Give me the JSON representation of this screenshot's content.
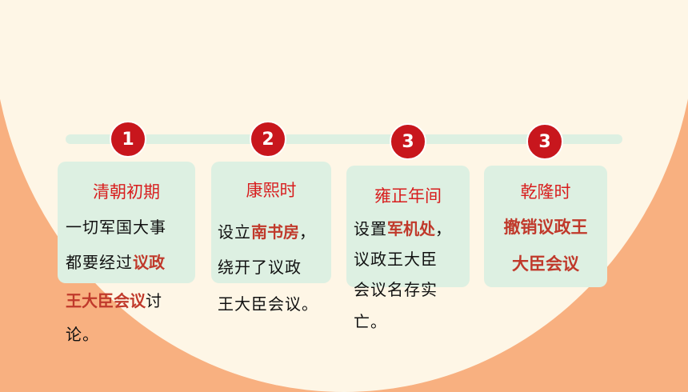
{
  "steps": [
    {
      "number": "1",
      "title": "清朝初期",
      "lines": [
        "一切军国大事",
        "都要经过",
        "议政",
        "王大臣会议",
        "讨",
        "论。"
      ]
    },
    {
      "number": "2",
      "title": "康熙时",
      "lines": [
        "设立",
        "南书房",
        "，",
        "绕开了议政",
        "王大臣会议。"
      ]
    },
    {
      "number": "3",
      "title": "雍正年间",
      "lines": [
        "设置",
        "军机处",
        "，",
        "议政王大臣",
        "会议名存实",
        "亡。"
      ]
    },
    {
      "number": "3",
      "title": "乾隆时",
      "lines": [
        "撤销议政王",
        "大臣会议"
      ]
    }
  ],
  "colors": {
    "accent": "#C8161D",
    "card": "#DDF0E2",
    "background": "#FEF6E6",
    "frame": "#F8B080"
  }
}
